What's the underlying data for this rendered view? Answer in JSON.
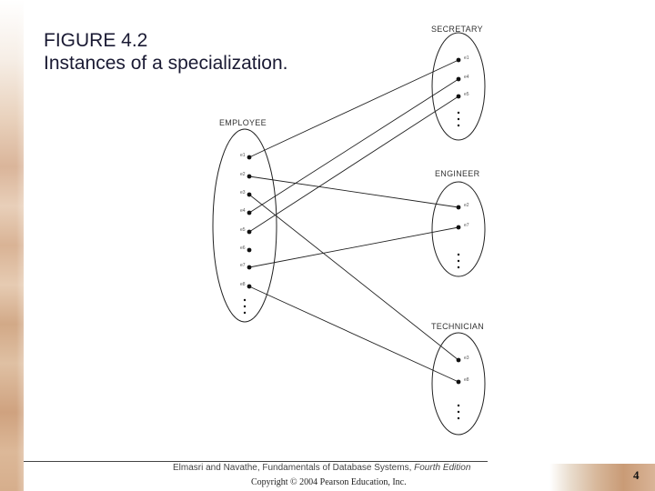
{
  "figure": {
    "title": "FIGURE 4.2",
    "caption": "Instances of a specialization."
  },
  "sets": {
    "employee": {
      "label": "EMPLOYEE",
      "instances": [
        "e1",
        "e2",
        "e3",
        "e4",
        "e5",
        "e6",
        "e7",
        "e8"
      ]
    },
    "secretary": {
      "label": "SECRETARY",
      "instances": [
        "e1",
        "e4",
        "e5"
      ]
    },
    "engineer": {
      "label": "ENGINEER",
      "instances": [
        "e2",
        "e7"
      ]
    },
    "technician": {
      "label": "TECHNICIAN",
      "instances": [
        "e3",
        "e8"
      ]
    }
  },
  "links": [
    {
      "from": "e1",
      "to_set": "secretary",
      "to": "e1"
    },
    {
      "from": "e4",
      "to_set": "secretary",
      "to": "e4"
    },
    {
      "from": "e5",
      "to_set": "secretary",
      "to": "e5"
    },
    {
      "from": "e2",
      "to_set": "engineer",
      "to": "e2"
    },
    {
      "from": "e7",
      "to_set": "engineer",
      "to": "e7"
    },
    {
      "from": "e3",
      "to_set": "technician",
      "to": "e3"
    },
    {
      "from": "e8",
      "to_set": "technician",
      "to": "e8"
    }
  ],
  "footer": {
    "reference_prefix": "Elmasri and Navathe, Fundamentals of Database Systems, ",
    "reference_edition": "Fourth Edition",
    "copyright": "Copyright © 2004 Pearson Education, Inc.",
    "page_number": "4"
  },
  "colors": {
    "title_text": "#1a1a33",
    "diagram_stroke": "#222222",
    "sidebar_sand": "#d9b395"
  }
}
